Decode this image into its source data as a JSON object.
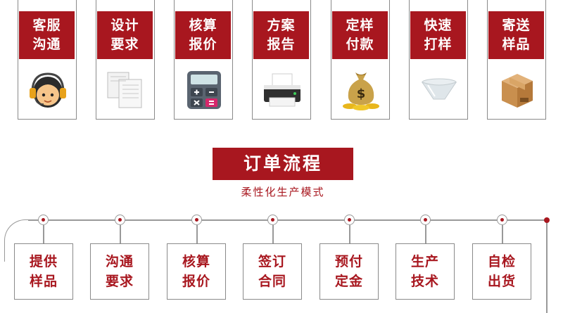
{
  "top_cards": [
    {
      "line1": "客服",
      "line2": "沟通",
      "icon": "headset-agent-icon"
    },
    {
      "line1": "设计",
      "line2": "要求",
      "icon": "documents-icon"
    },
    {
      "line1": "核算",
      "line2": "报价",
      "icon": "calculator-icon"
    },
    {
      "line1": "方案",
      "line2": "报告",
      "icon": "printer-icon"
    },
    {
      "line1": "定样",
      "line2": "付款",
      "icon": "money-bag-icon"
    },
    {
      "line1": "快速",
      "line2": "打样",
      "icon": "cup-sample-icon"
    },
    {
      "line1": "寄送",
      "line2": "样品",
      "icon": "package-box-icon"
    }
  ],
  "section": {
    "title": "订单流程",
    "subtitle": "柔性化生产模式"
  },
  "steps": [
    {
      "line1": "提供",
      "line2": "样品"
    },
    {
      "line1": "沟通",
      "line2": "要求"
    },
    {
      "line1": "核算",
      "line2": "报价"
    },
    {
      "line1": "签订",
      "line2": "合同"
    },
    {
      "line1": "预付",
      "line2": "定金"
    },
    {
      "line1": "生产",
      "line2": "技术"
    },
    {
      "line1": "自检",
      "line2": "出货"
    }
  ],
  "colors": {
    "accent": "#a8171f",
    "border": "#8a8a8a"
  }
}
